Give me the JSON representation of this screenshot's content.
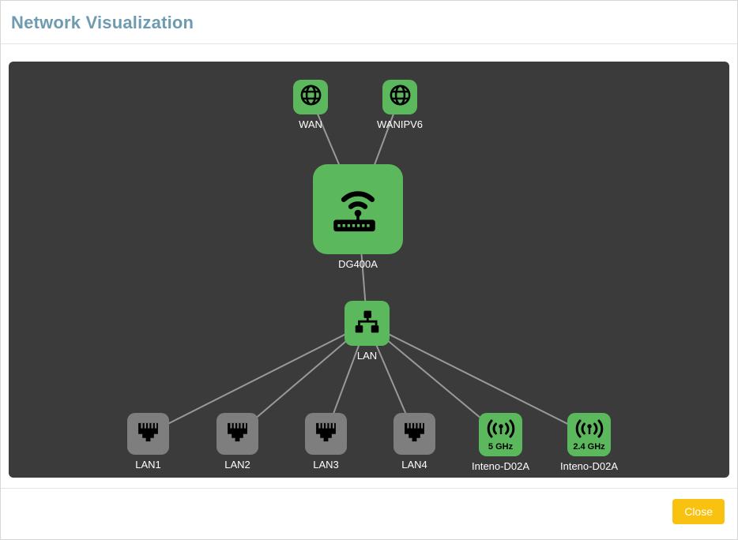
{
  "window": {
    "title": "Network Visualization"
  },
  "footer": {
    "close_label": "Close"
  },
  "colors": {
    "title": "#6e9baf",
    "canvas_bg": "#3b3b3b",
    "node_green": "#5cb85c",
    "node_gray": "#7e7e7e",
    "edge": "#999999",
    "close_bg": "#f9c211"
  },
  "diagram": {
    "nodes": [
      {
        "id": "wan",
        "label": "WAN",
        "type": "globe"
      },
      {
        "id": "wanipv6",
        "label": "WANIPV6",
        "type": "globe"
      },
      {
        "id": "dg400a",
        "label": "DG400A",
        "type": "router"
      },
      {
        "id": "lan",
        "label": "LAN",
        "type": "switch"
      },
      {
        "id": "lan1",
        "label": "LAN1",
        "type": "ethernet"
      },
      {
        "id": "lan2",
        "label": "LAN2",
        "type": "ethernet"
      },
      {
        "id": "lan3",
        "label": "LAN3",
        "type": "ethernet"
      },
      {
        "id": "lan4",
        "label": "LAN4",
        "type": "ethernet"
      },
      {
        "id": "wifi-5ghz",
        "label": "Inteno-D02A",
        "band": "5 GHz",
        "type": "wifi"
      },
      {
        "id": "wifi-24ghz",
        "label": "Inteno-D02A",
        "band": "2.4 GHz",
        "type": "wifi"
      }
    ],
    "edges": [
      [
        "wan",
        "dg400a"
      ],
      [
        "wanipv6",
        "dg400a"
      ],
      [
        "dg400a",
        "lan"
      ],
      [
        "lan",
        "lan1"
      ],
      [
        "lan",
        "lan2"
      ],
      [
        "lan",
        "lan3"
      ],
      [
        "lan",
        "lan4"
      ],
      [
        "lan",
        "wifi-5ghz"
      ],
      [
        "lan",
        "wifi-24ghz"
      ]
    ]
  }
}
